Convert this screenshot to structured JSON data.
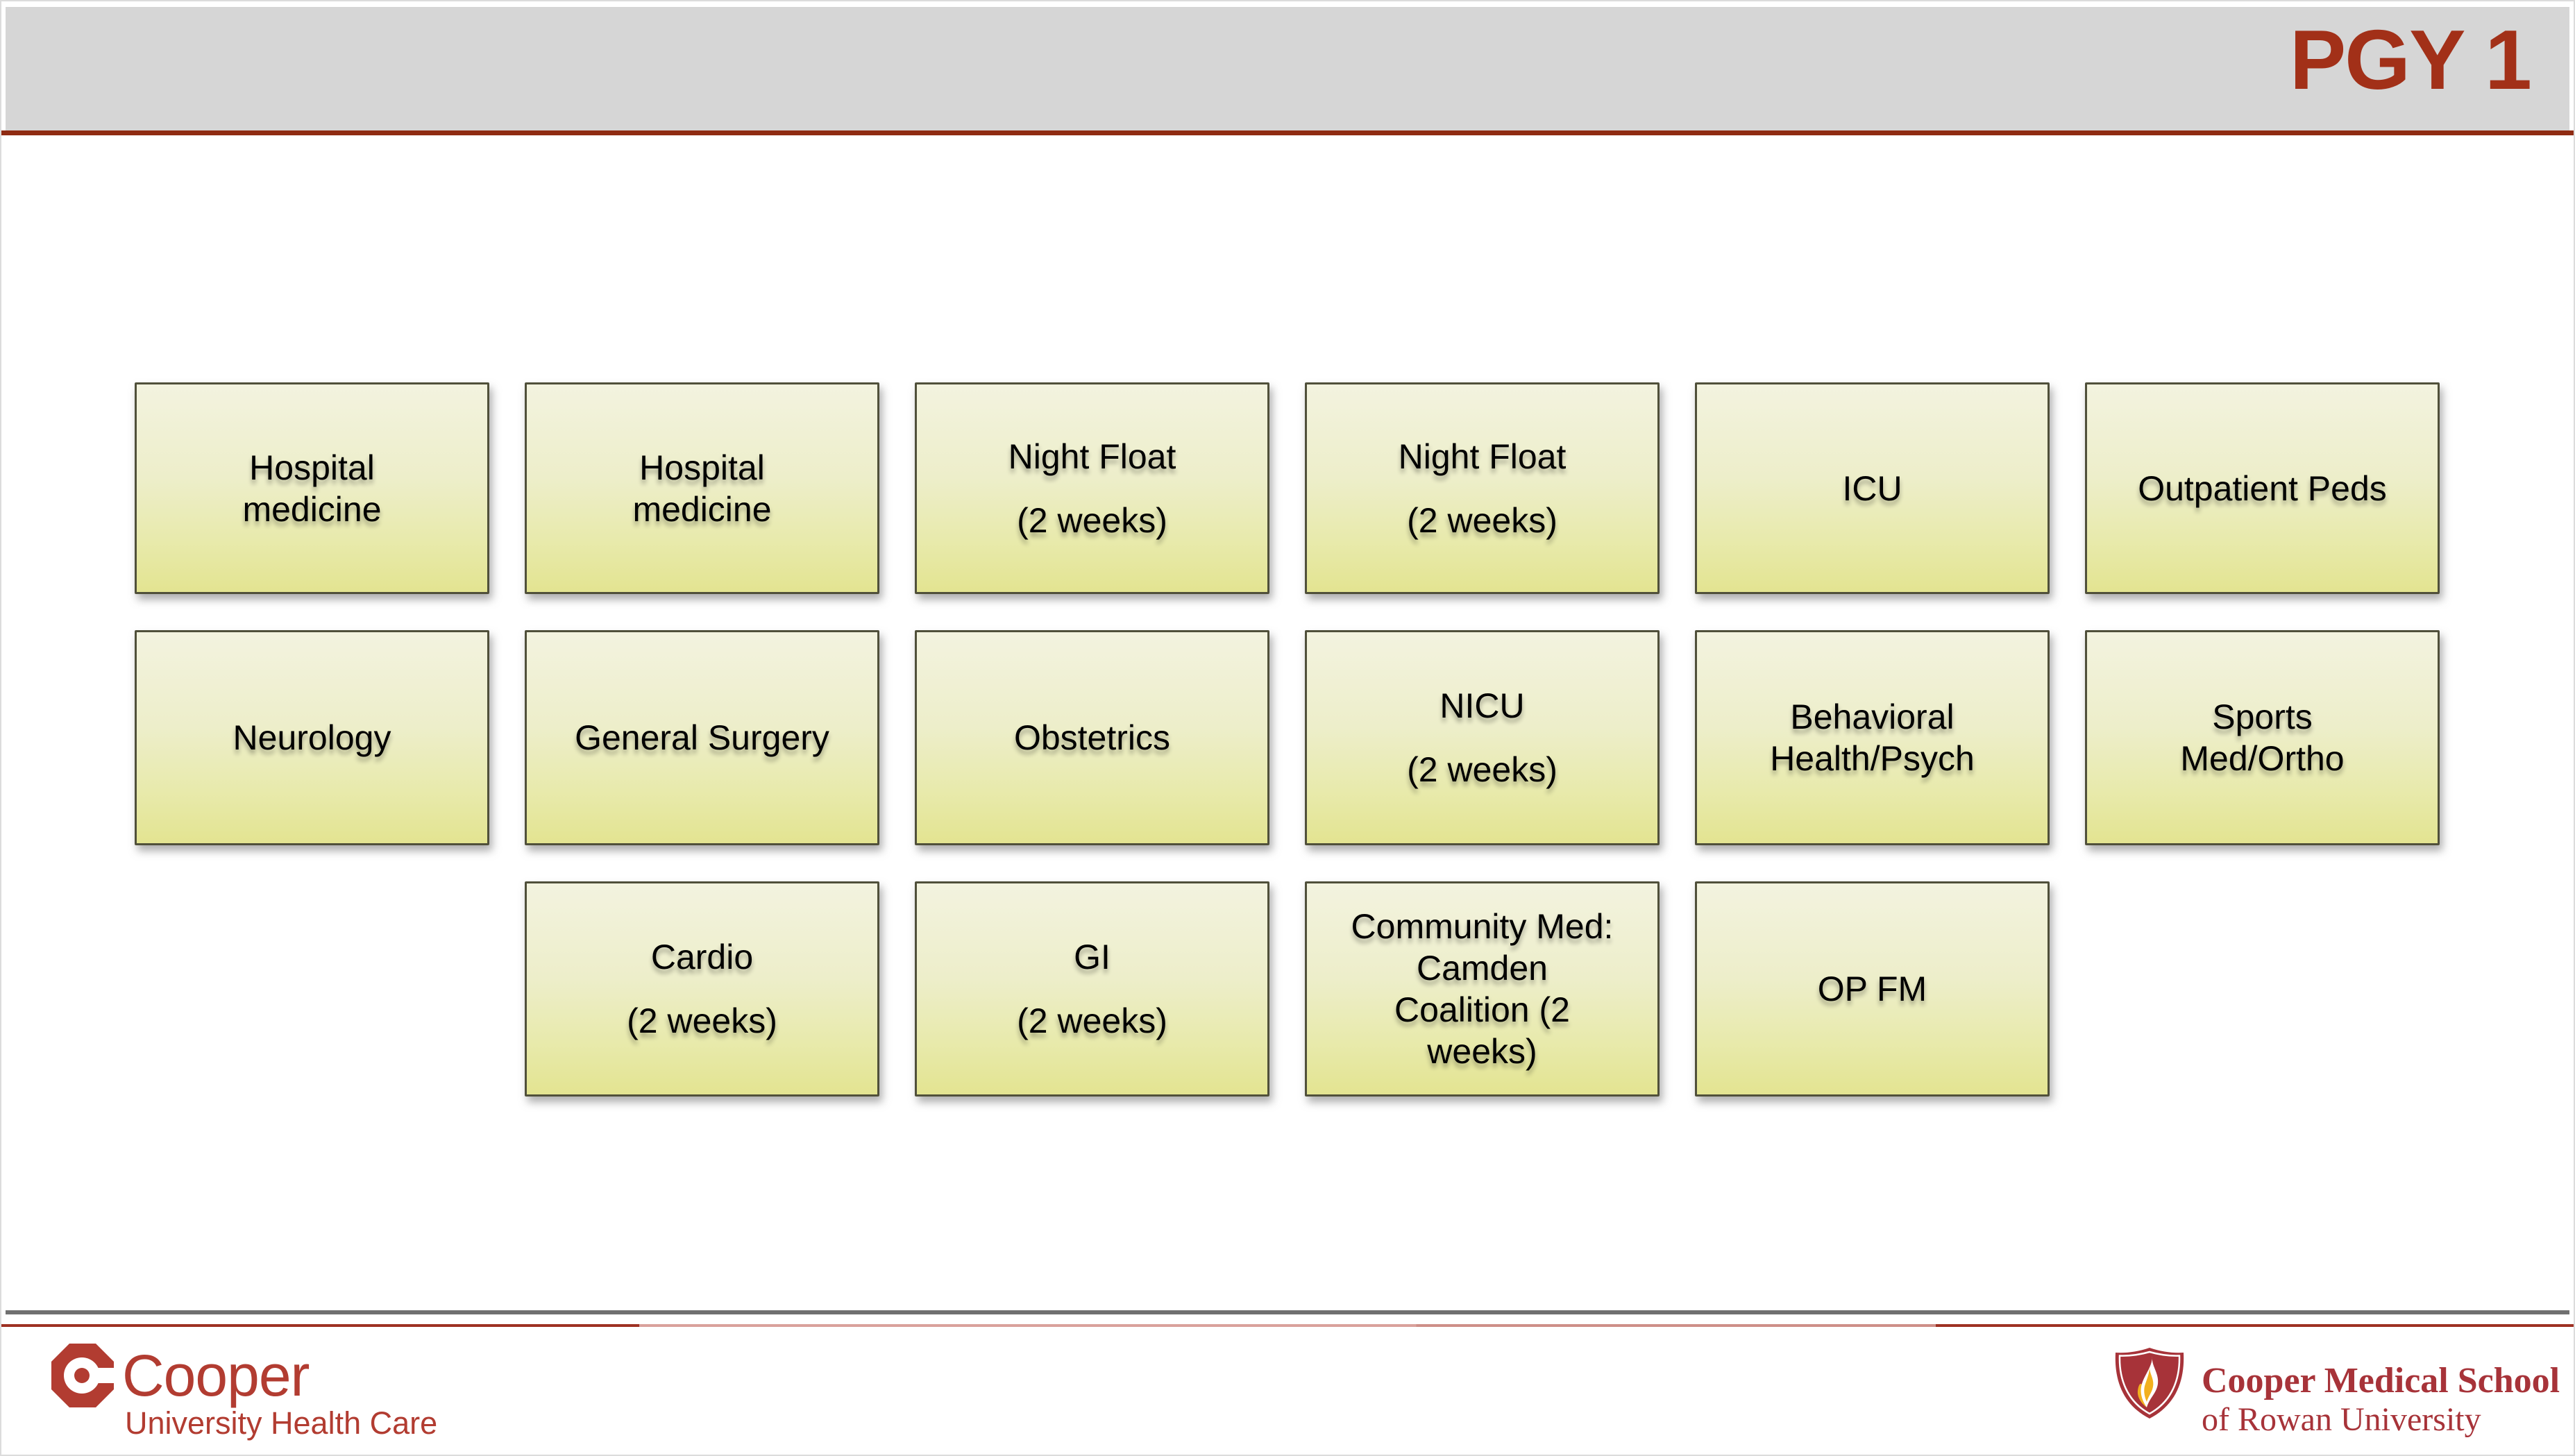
{
  "slide": {
    "title": "PGY 1",
    "rotations": [
      {
        "label": "Hospital medicine",
        "lines": [
          "Hospital",
          "medicine"
        ],
        "spaced": false,
        "row": 1,
        "col": 1
      },
      {
        "label": "Hospital medicine",
        "lines": [
          "Hospital",
          "medicine"
        ],
        "spaced": false,
        "row": 1,
        "col": 2
      },
      {
        "label": "Night Float (2 weeks)",
        "lines": [
          "Night Float",
          "(2 weeks)"
        ],
        "spaced": true,
        "row": 1,
        "col": 3
      },
      {
        "label": "Night Float (2 weeks)",
        "lines": [
          "Night Float",
          "(2 weeks)"
        ],
        "spaced": true,
        "row": 1,
        "col": 4
      },
      {
        "label": "ICU",
        "lines": [
          "ICU"
        ],
        "spaced": false,
        "row": 1,
        "col": 5
      },
      {
        "label": "Outpatient Peds",
        "lines": [
          "Outpatient Peds"
        ],
        "spaced": false,
        "row": 1,
        "col": 6
      },
      {
        "label": "Neurology",
        "lines": [
          "Neurology"
        ],
        "spaced": false,
        "row": 2,
        "col": 1
      },
      {
        "label": "General Surgery",
        "lines": [
          "General Surgery"
        ],
        "spaced": false,
        "row": 2,
        "col": 2
      },
      {
        "label": "Obstetrics",
        "lines": [
          "Obstetrics"
        ],
        "spaced": false,
        "row": 2,
        "col": 3
      },
      {
        "label": "NICU (2 weeks)",
        "lines": [
          "NICU",
          "(2 weeks)"
        ],
        "spaced": true,
        "row": 2,
        "col": 4
      },
      {
        "label": "Behavioral Health/Psych",
        "lines": [
          "Behavioral",
          "Health/Psych"
        ],
        "spaced": false,
        "row": 2,
        "col": 5
      },
      {
        "label": "Sports Med/Ortho",
        "lines": [
          "Sports",
          "Med/Ortho"
        ],
        "spaced": false,
        "row": 2,
        "col": 6
      },
      {
        "label": "Cardio (2 weeks)",
        "lines": [
          "Cardio",
          "(2 weeks)"
        ],
        "spaced": true,
        "row": 3,
        "col": 2
      },
      {
        "label": "GI (2 weeks)",
        "lines": [
          "GI",
          "(2 weeks)"
        ],
        "spaced": true,
        "row": 3,
        "col": 3
      },
      {
        "label": "Community Med: Camden Coalition (2 weeks)",
        "lines": [
          "Community Med:",
          "Camden",
          "Coalition (2",
          "weeks)"
        ],
        "spaced": false,
        "row": 3,
        "col": 4
      },
      {
        "label": "OP FM",
        "lines": [
          "OP FM"
        ],
        "spaced": false,
        "row": 3,
        "col": 5
      }
    ],
    "footer": {
      "cooper_logo": {
        "name": "Cooper",
        "tagline": "University Health Care"
      },
      "cmsru_logo": {
        "line1": "Cooper Medical School",
        "line2": "of Rowan University"
      }
    },
    "colors": {
      "header_bg": "#D6D6D6",
      "title_red": "#A23018",
      "underline_red": "#8F2B12",
      "box_fill_top": "#F3F3DF",
      "box_fill_bottom": "#E3E491",
      "box_border": "#50503A",
      "footer_gray_line": "#707070",
      "footer_red_dark": "#9E3123",
      "footer_red_light": "#D9A19C",
      "cooper_brand_red": "#B23C31",
      "cmsru_brand_red": "#A73339",
      "flame_gold": "#F2B01E"
    }
  }
}
